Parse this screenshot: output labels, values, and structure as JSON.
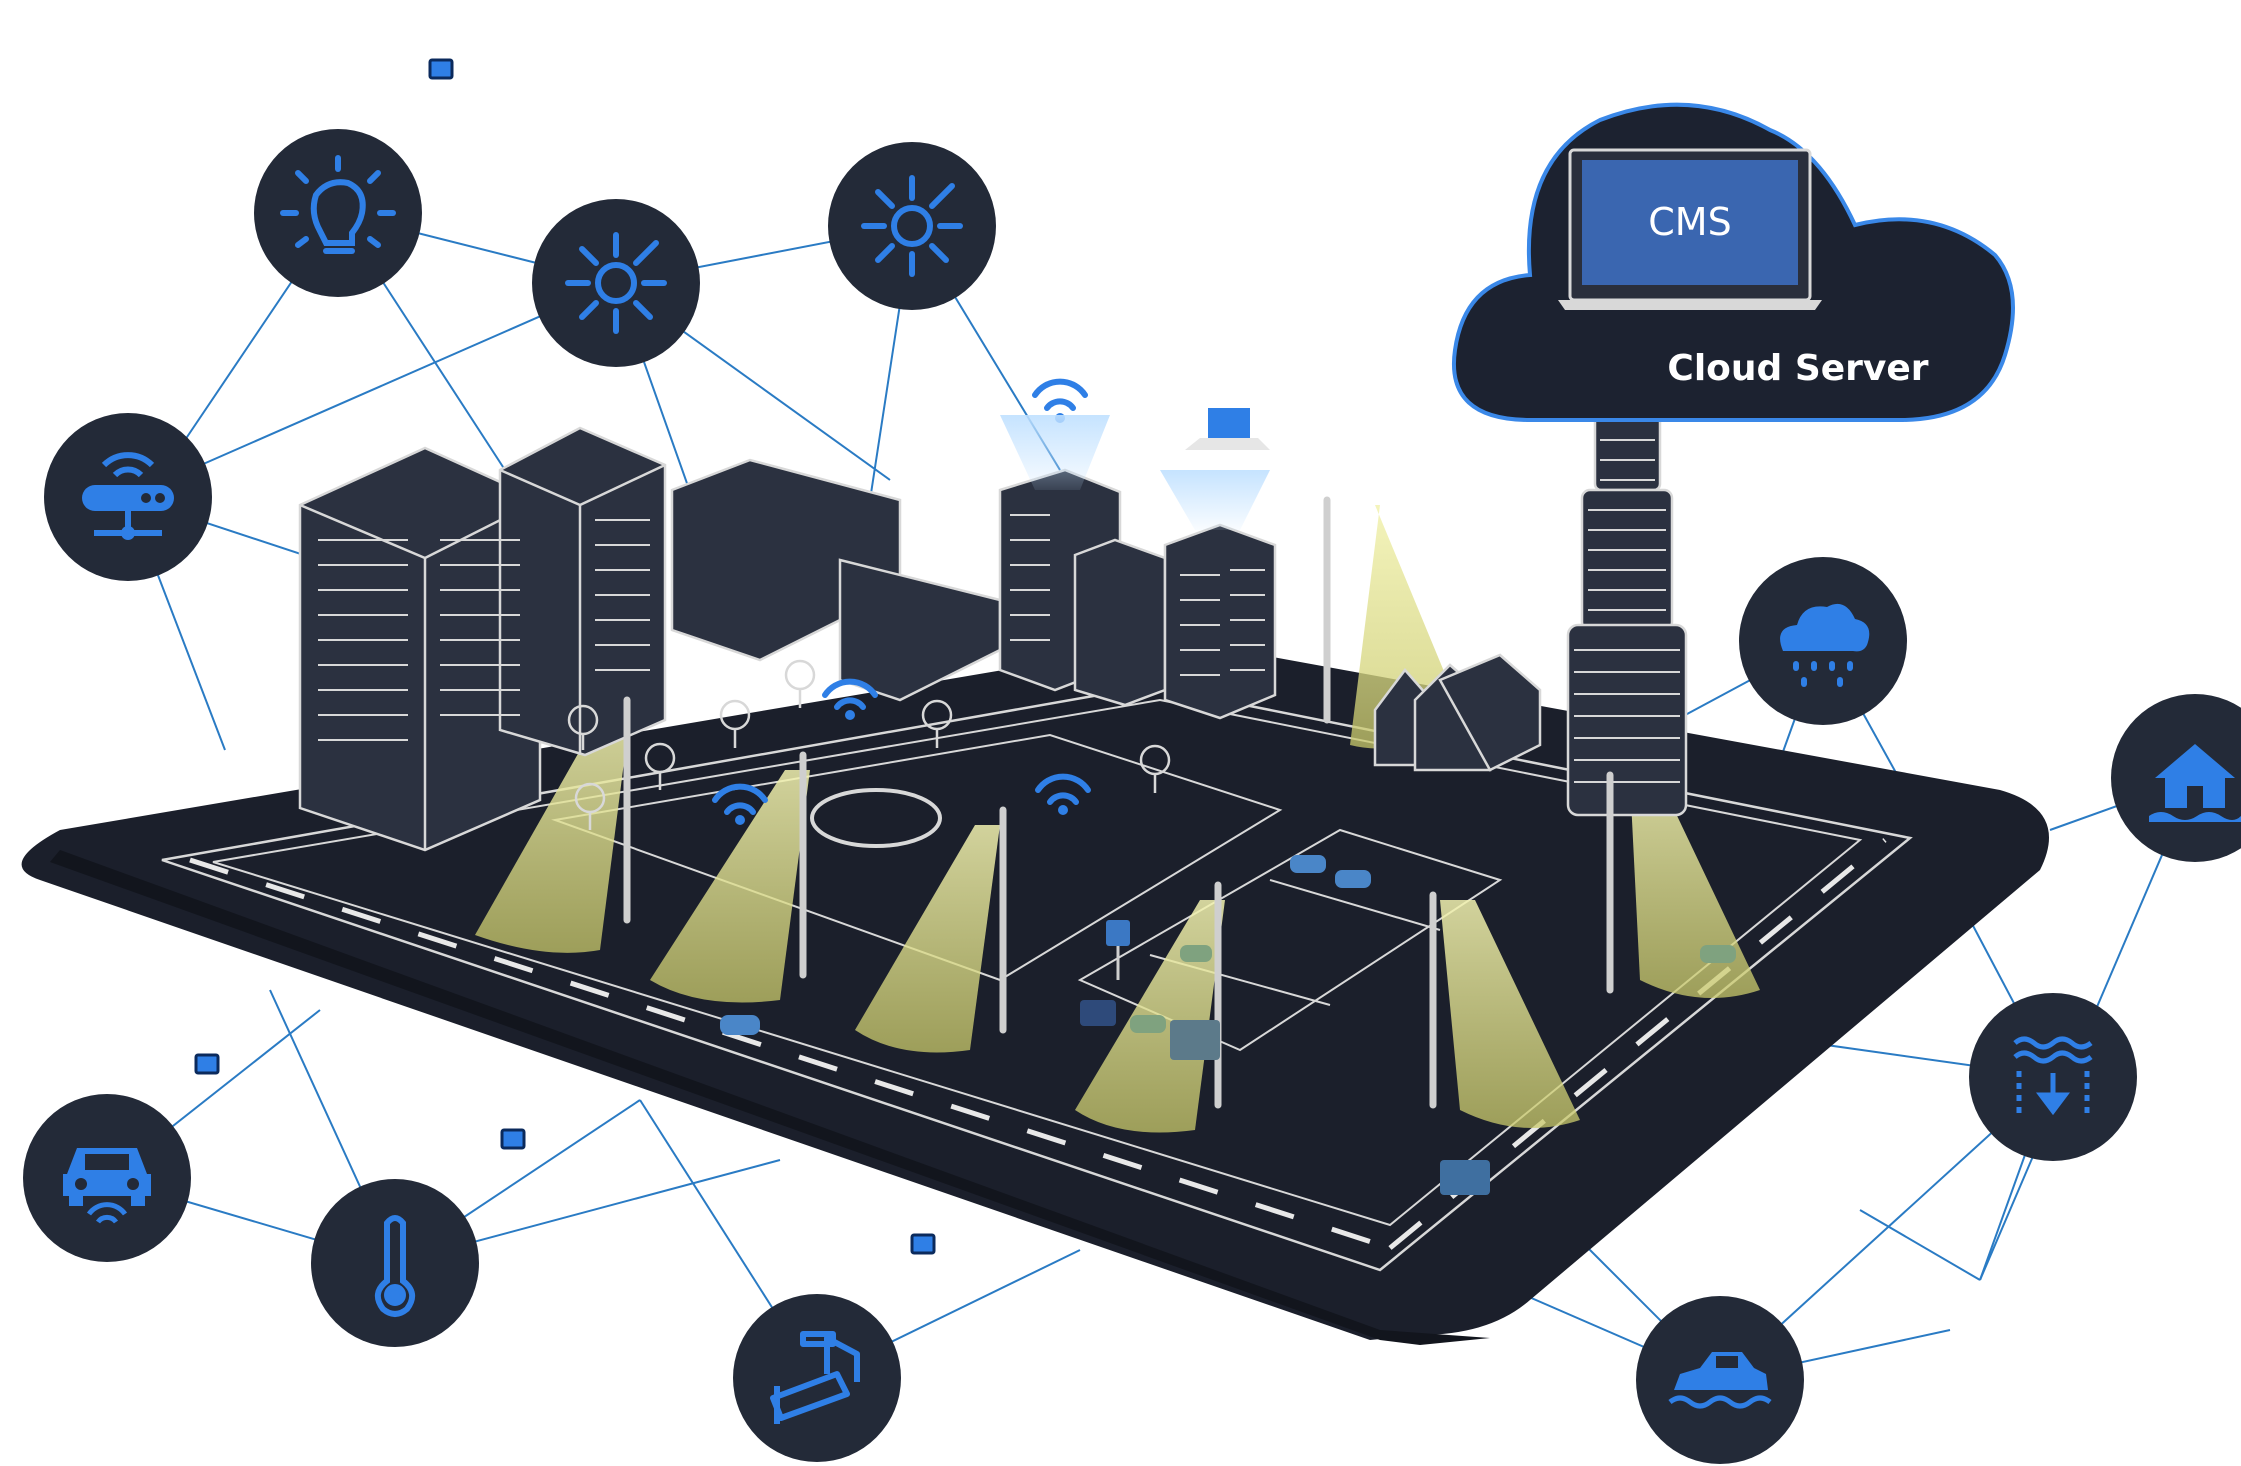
{
  "cloud": {
    "screen_label": "CMS",
    "title": "Cloud Server"
  },
  "colors": {
    "node_fill": "#232a38",
    "icon_blue": "#2f7fe6",
    "line_blue": "#2a7bc4",
    "board": "#1b1f2b",
    "street_line": "#e8e8e8",
    "light_cone": "#e6e69a",
    "cms_screen": "#3a66b0",
    "cloud_border": "#3a88e8"
  },
  "nodes": [
    {
      "name": "smart-lighting-node",
      "icon": "light-bulb-icon"
    },
    {
      "name": "light-sensor-node-1",
      "icon": "sun-sensor-icon"
    },
    {
      "name": "light-sensor-node-2",
      "icon": "sun-sensor-icon"
    },
    {
      "name": "router-node",
      "icon": "wifi-router-icon"
    },
    {
      "name": "weather-node",
      "icon": "rain-cloud-icon"
    },
    {
      "name": "flood-home-node",
      "icon": "flooded-house-icon"
    },
    {
      "name": "water-level-node",
      "icon": "water-level-icon"
    },
    {
      "name": "connected-car-node",
      "icon": "connected-car-icon"
    },
    {
      "name": "temperature-node",
      "icon": "thermometer-icon"
    },
    {
      "name": "camera-node",
      "icon": "security-camera-icon"
    },
    {
      "name": "flooded-car-node",
      "icon": "flooded-car-icon"
    }
  ]
}
